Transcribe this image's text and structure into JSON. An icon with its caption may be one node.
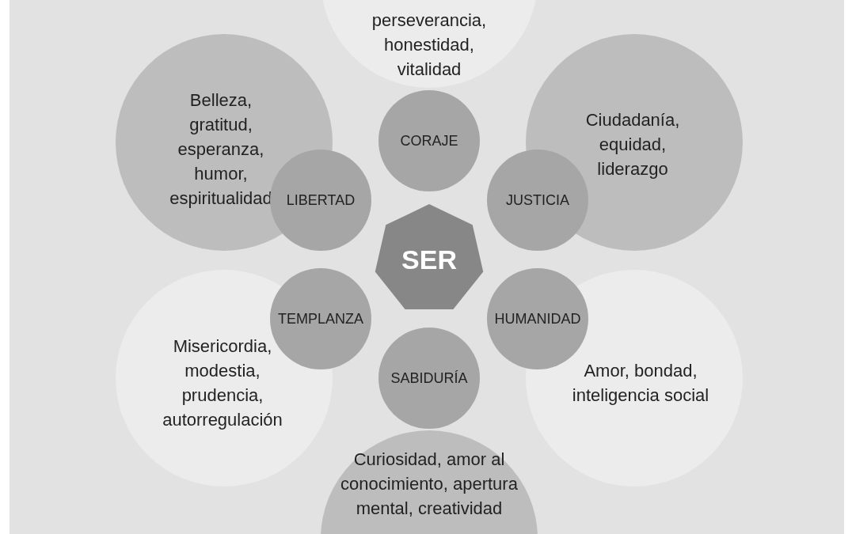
{
  "diagram": {
    "nodes": [
      {
        "text": [
          "perseverancia, honestidad, vitalidad"
        ]
      },
      {
        "text": [
          "Belleza, gratitud, esperanza, humor, espiritualidad"
        ]
      },
      {
        "text": [
          "Ciudadanía, equidad, liderazgo"
        ]
      },
      {
        "text": [
          "CORAJE"
        ]
      },
      {
        "text": [
          "LIBERTAD"
        ]
      },
      {
        "text": [
          "JUSTICIA"
        ]
      },
      {
        "text": [
          "SER"
        ]
      },
      {
        "text": [
          "TEMPLANZA"
        ]
      },
      {
        "text": [
          "HUMANIDAD"
        ]
      },
      {
        "text": [
          "Misericordia, modestia, prudencia, autorregulación"
        ]
      },
      {
        "text": [
          "Amor, bondad, inteligencia social"
        ]
      },
      {
        "text": [
          "SABIDURÍA"
        ]
      },
      {
        "text": [
          "Curiosidad, amor al conocimiento, apertura mental, creatividad"
        ]
      }
    ],
    "edges": []
  }
}
